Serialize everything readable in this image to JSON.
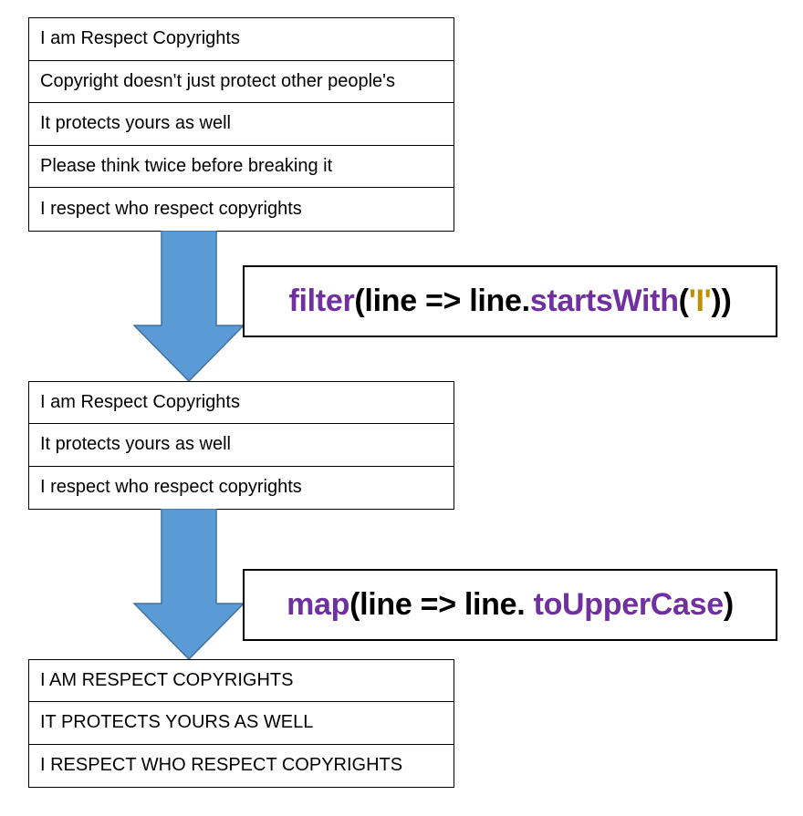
{
  "input_lines": [
    "I am Respect Copyrights",
    "Copyright doesn't just protect other people's",
    "It protects yours as well",
    "Please think twice before breaking it",
    "I respect who respect copyrights"
  ],
  "filter_step": {
    "fn": "filter",
    "open": "(line => line.",
    "method": "startsWith",
    "paren_open": "(",
    "arg": "'I'",
    "close": "))",
    "colors": {
      "function": "#7030a0",
      "string": "#bf9000"
    }
  },
  "filtered_lines": [
    "I am Respect Copyrights",
    "It protects yours as well",
    "I respect who respect copyrights"
  ],
  "map_step": {
    "fn": "map",
    "open": "(line => line. ",
    "method": "toUpperCase",
    "close": ")",
    "colors": {
      "function": "#7030a0"
    }
  },
  "mapped_lines": [
    "I AM RESPECT COPYRIGHTS",
    "IT PROTECTS YOURS AS WELL",
    "I RESPECT WHO RESPECT COPYRIGHTS"
  ],
  "arrow_color": "#5b9bd5",
  "arrow_border_color": "#41719c"
}
